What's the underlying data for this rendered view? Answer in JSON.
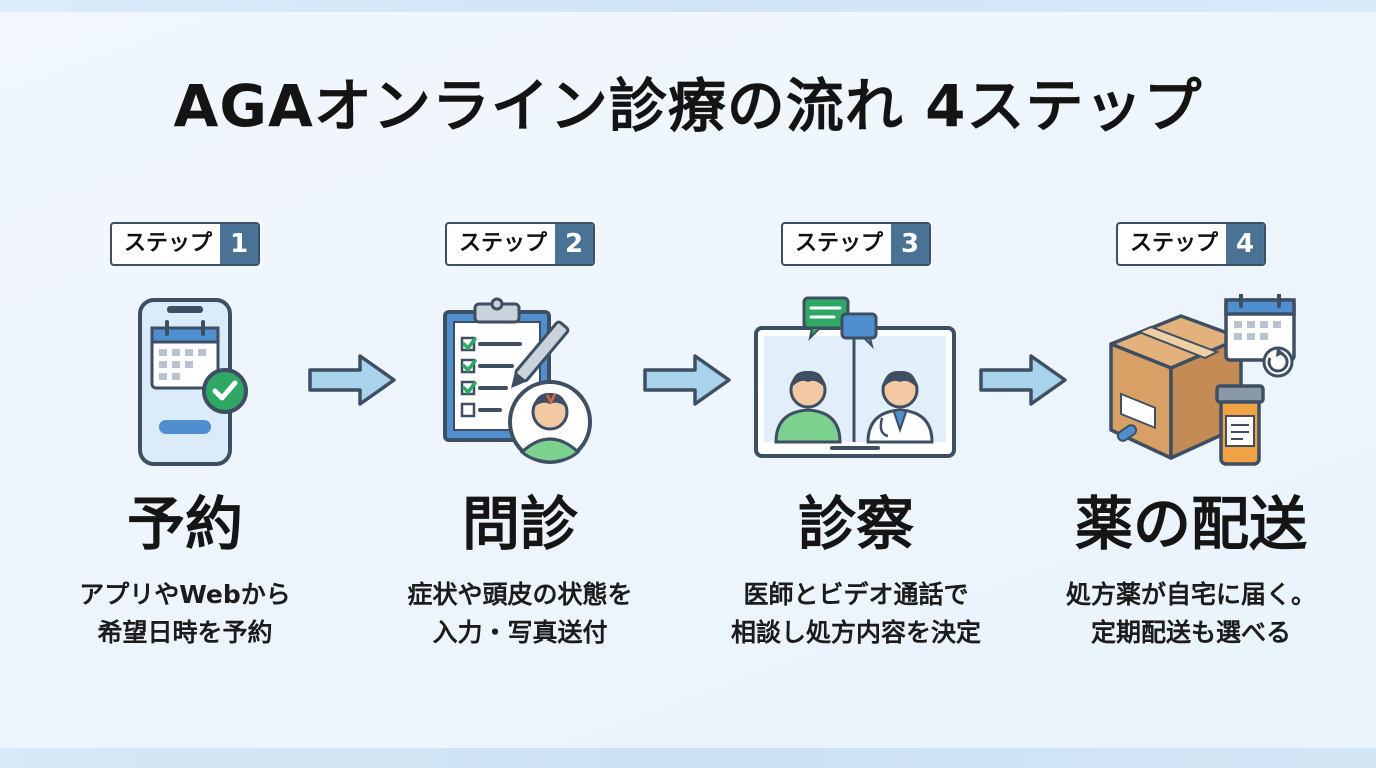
{
  "title": "AGAオンライン診療の流れ 4ステップ",
  "steps": [
    {
      "badge_label": "ステップ",
      "badge_number": "1",
      "heading": "予約",
      "description": [
        "アプリやWebから",
        "希望日時を予約"
      ],
      "icon": "smartphone-calendar-icon"
    },
    {
      "badge_label": "ステップ",
      "badge_number": "2",
      "heading": "問診",
      "description": [
        "症状や頭皮の状態を",
        "入力・写真送付"
      ],
      "icon": "clipboard-questionnaire-icon"
    },
    {
      "badge_label": "ステップ",
      "badge_number": "3",
      "heading": "診察",
      "description": [
        "医師とビデオ通話で",
        "相談し処方内容を決定"
      ],
      "icon": "video-call-doctor-icon"
    },
    {
      "badge_label": "ステップ",
      "badge_number": "4",
      "heading": "薬の配送",
      "description": [
        "処方薬が自宅に届く。",
        "定期配送も選べる"
      ],
      "icon": "package-delivery-icon"
    }
  ],
  "colors": {
    "badge_number_bg": "#4a7294",
    "arrow_fill": "#a9d3ea",
    "outline": "#3e4f63",
    "check_green": "#2fa866",
    "shirt_green": "#7dd18e",
    "accent_blue": "#4f8fcf",
    "box_brown": "#c58b55",
    "bottle_orange": "#f0a245"
  }
}
